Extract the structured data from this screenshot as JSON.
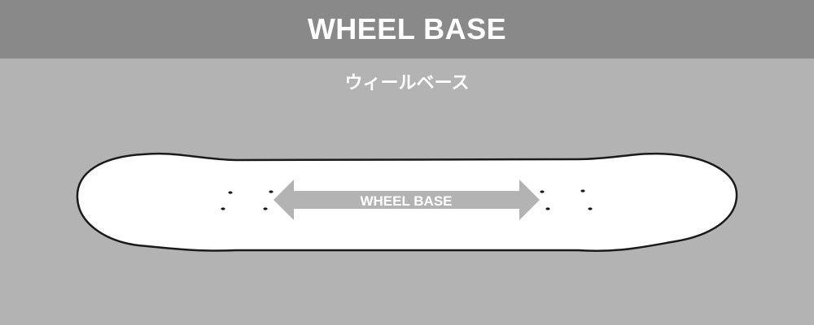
{
  "header": {
    "title": "WHEEL BASE",
    "background": "#898989"
  },
  "subtitle": "ウィールベース",
  "diagram": {
    "arrow_label": "WHEEL BASE",
    "deck_fill": "#ffffff",
    "deck_outline": "#1a1a1a",
    "arrow_color": "#b3b3b3",
    "background": "#b3b3b3"
  }
}
